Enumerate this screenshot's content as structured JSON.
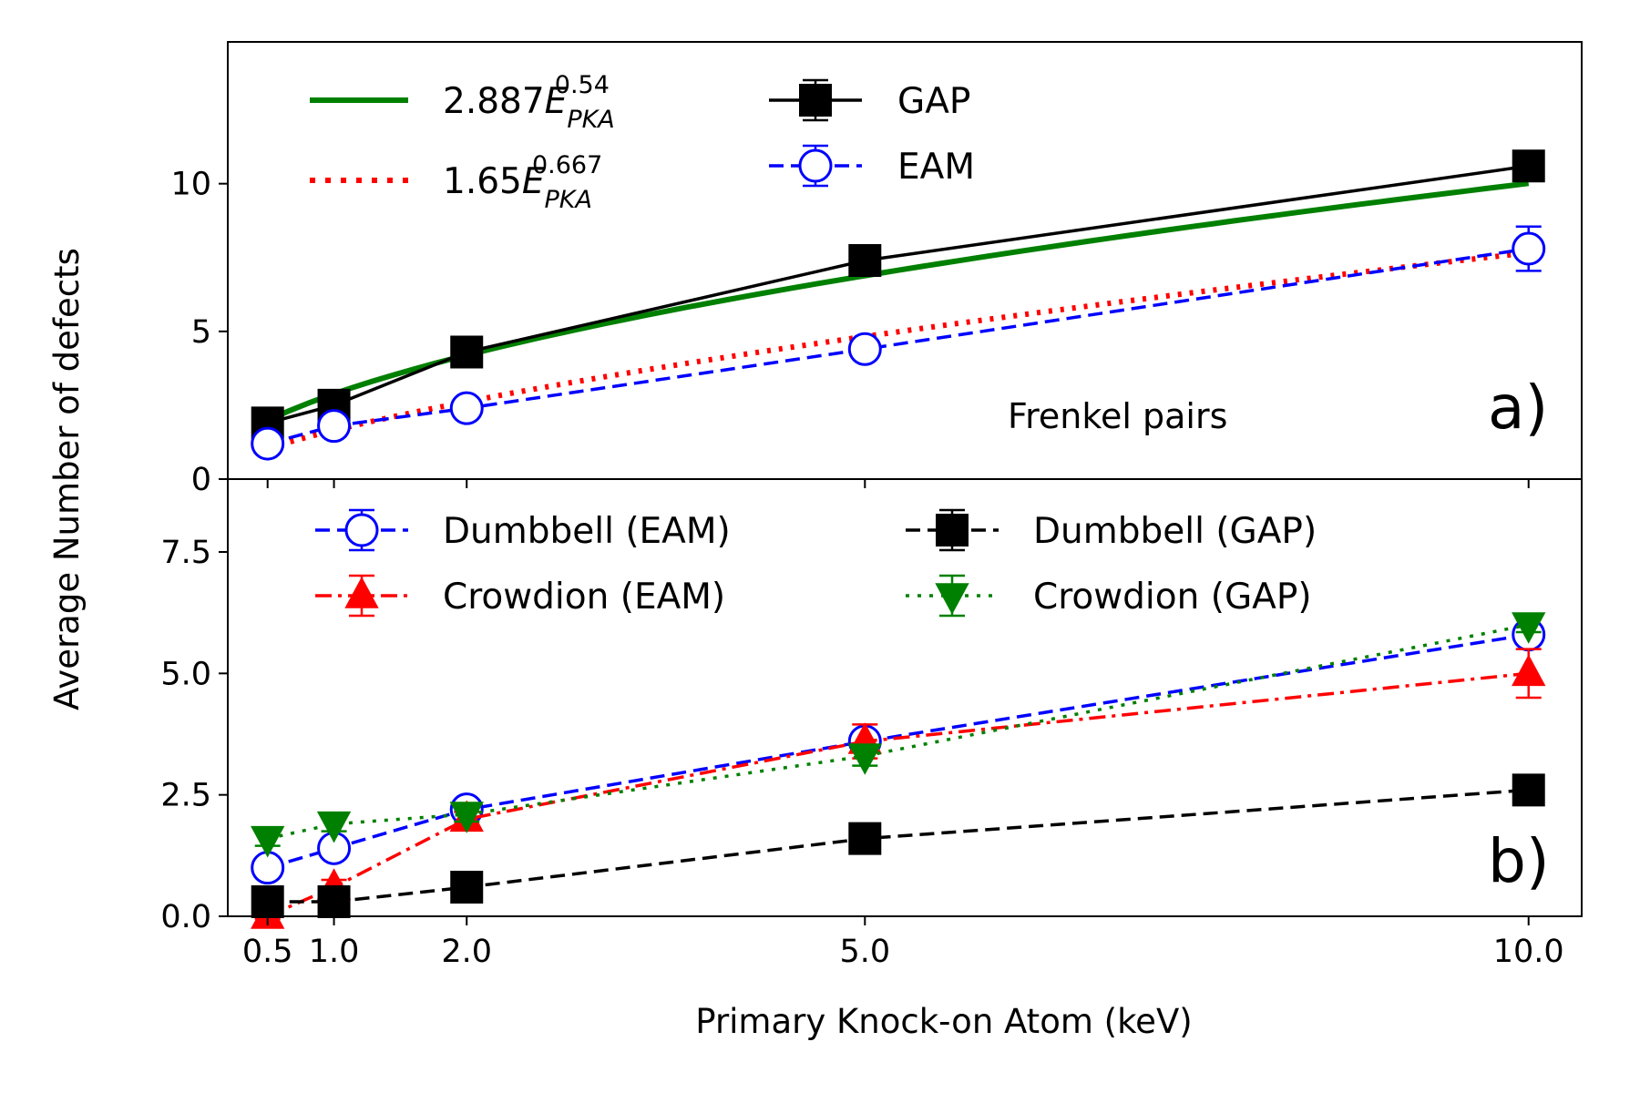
{
  "chart_data": [
    {
      "type": "line",
      "panel": "a",
      "panel_tag": "a)",
      "annotation": "Frenkel pairs",
      "xlabel": "Primary Knock-on Atom (keV)",
      "ylabel": "Average Number of defects",
      "xlim": [
        0.2,
        10.4
      ],
      "ylim": [
        0,
        14.8
      ],
      "yticks": [
        0,
        5,
        10
      ],
      "ytick_labels": [
        "0",
        "5",
        "10"
      ],
      "legend_position": "top-left",
      "grid": false,
      "series": [
        {
          "name": "GAP",
          "key": "gap",
          "color": "#000000",
          "dash": "solid",
          "marker": "square",
          "filled": true,
          "x": [
            0.5,
            1.0,
            2.0,
            5.0,
            10.0
          ],
          "y": [
            1.9,
            2.5,
            4.3,
            7.4,
            10.6
          ],
          "yerr": [
            0.15,
            0.15,
            0.2,
            0.2,
            0.2
          ]
        },
        {
          "name": "EAM",
          "key": "eam",
          "color": "#0000ff",
          "dash": "dashed",
          "marker": "circle",
          "filled": false,
          "x": [
            0.5,
            1.0,
            2.0,
            5.0,
            10.0
          ],
          "y": [
            1.2,
            1.8,
            2.4,
            4.4,
            7.8
          ],
          "yerr": [
            0.15,
            0.15,
            0.15,
            0.25,
            0.75
          ]
        }
      ],
      "fits": [
        {
          "key": "fit_gap",
          "coef": 2.887,
          "exponent": 0.54,
          "coef_label": "2.887",
          "exp_label": "0.54",
          "color": "#008000",
          "dash": "solid"
        },
        {
          "key": "fit_eam",
          "coef": 1.65,
          "exponent": 0.667,
          "coef_label": "1.65",
          "exp_label": "0.667",
          "color": "#ff0000",
          "dash": "dotted"
        }
      ],
      "fit_x_range": [
        0.5,
        10.0
      ],
      "fit_symbol": "E",
      "fit_subscript": "PKA"
    },
    {
      "type": "line",
      "panel": "b",
      "panel_tag": "b)",
      "xlabel": "Primary Knock-on Atom (keV)",
      "xlim": [
        0.2,
        10.4
      ],
      "ylim": [
        0,
        9.0
      ],
      "yticks": [
        0,
        2.5,
        5.0,
        7.5
      ],
      "ytick_labels": [
        "0.0",
        "2.5",
        "5.0",
        "7.5"
      ],
      "xticks": [
        0.5,
        1.0,
        2.0,
        5.0,
        10.0
      ],
      "xtick_labels": [
        "0.5",
        "1.0",
        "2.0",
        "5.0",
        "10.0"
      ],
      "legend_position": "top",
      "grid": false,
      "series": [
        {
          "name": "Dumbbell (EAM)",
          "key": "db_eam",
          "color": "#0000ff",
          "dash": "dashed",
          "marker": "circle",
          "filled": false,
          "x": [
            0.5,
            1.0,
            2.0,
            5.0,
            10.0
          ],
          "y": [
            1.0,
            1.4,
            2.2,
            3.6,
            5.8
          ],
          "yerr": [
            0.1,
            0.2,
            0.15,
            0.2,
            0.2
          ]
        },
        {
          "name": "Crowdion (EAM)",
          "key": "cr_eam",
          "color": "#ff0000",
          "dash": "dashdot",
          "marker": "triangle-up",
          "filled": true,
          "x": [
            0.5,
            1.0,
            2.0,
            5.0,
            10.0
          ],
          "y": [
            0.0,
            0.6,
            2.0,
            3.6,
            5.0
          ],
          "yerr": [
            0.05,
            0.15,
            0.15,
            0.35,
            0.5
          ]
        },
        {
          "name": "Dumbbell (GAP)",
          "key": "db_gap",
          "color": "#000000",
          "dash": "dashed",
          "marker": "square",
          "filled": true,
          "x": [
            0.5,
            1.0,
            2.0,
            5.0,
            10.0
          ],
          "y": [
            0.3,
            0.3,
            0.6,
            1.6,
            2.6
          ],
          "yerr": [
            0.05,
            0.05,
            0.05,
            0.05,
            0.05
          ]
        },
        {
          "name": "Crowdion (GAP)",
          "key": "cr_gap",
          "color": "#008000",
          "dash": "dotted",
          "marker": "triangle-down",
          "filled": true,
          "x": [
            0.5,
            1.0,
            2.0,
            5.0,
            10.0
          ],
          "y": [
            1.6,
            1.9,
            2.1,
            3.3,
            6.0
          ],
          "yerr": [
            0.15,
            0.15,
            0.15,
            0.2,
            0.15
          ]
        }
      ]
    }
  ],
  "colors": {
    "gap": "#000000",
    "eam": "#0000ff",
    "fit_gap": "#008000",
    "fit_eam": "#ff0000",
    "cr_gap": "#008000",
    "cr_eam": "#ff0000"
  }
}
